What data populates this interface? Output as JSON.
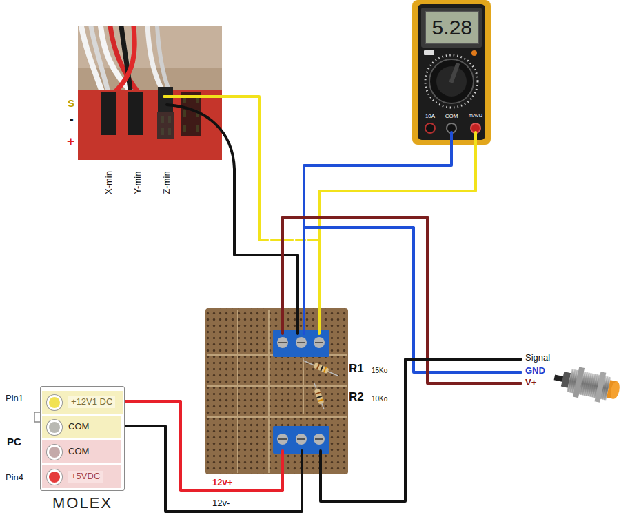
{
  "diagram": {
    "nodes": [
      {
        "text": [
          "MOLEX"
        ]
      },
      {
        "text": [
          "+12V1 DC"
        ],
        "in": 0
      },
      {
        "text": [
          "COM"
        ],
        "in": 0
      },
      {
        "text": [
          "COM"
        ],
        "in": 0
      },
      {
        "text": [
          "+5VDC"
        ],
        "in": 0
      },
      {
        "text": [
          "5.28"
        ]
      }
    ],
    "labels": [
      "S",
      "-",
      "+",
      "X-min",
      "Y-min",
      "Z-min",
      "10A",
      "COM",
      "mAVΩ",
      "R1",
      "15Ko",
      "R2",
      "10Ko",
      "Signal",
      "GND",
      "V+",
      "Pin1",
      "PC",
      "Pin4",
      "12v+",
      "12v-"
    ]
  }
}
